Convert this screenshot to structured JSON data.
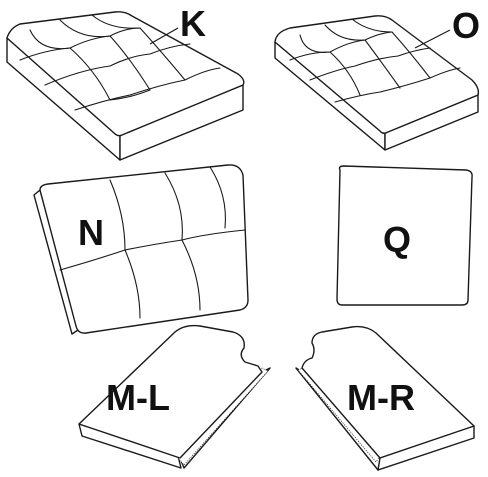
{
  "labels": {
    "k": "K",
    "o": "O",
    "n": "N",
    "q": "Q",
    "ml": "M-L",
    "mr": "M-R"
  }
}
